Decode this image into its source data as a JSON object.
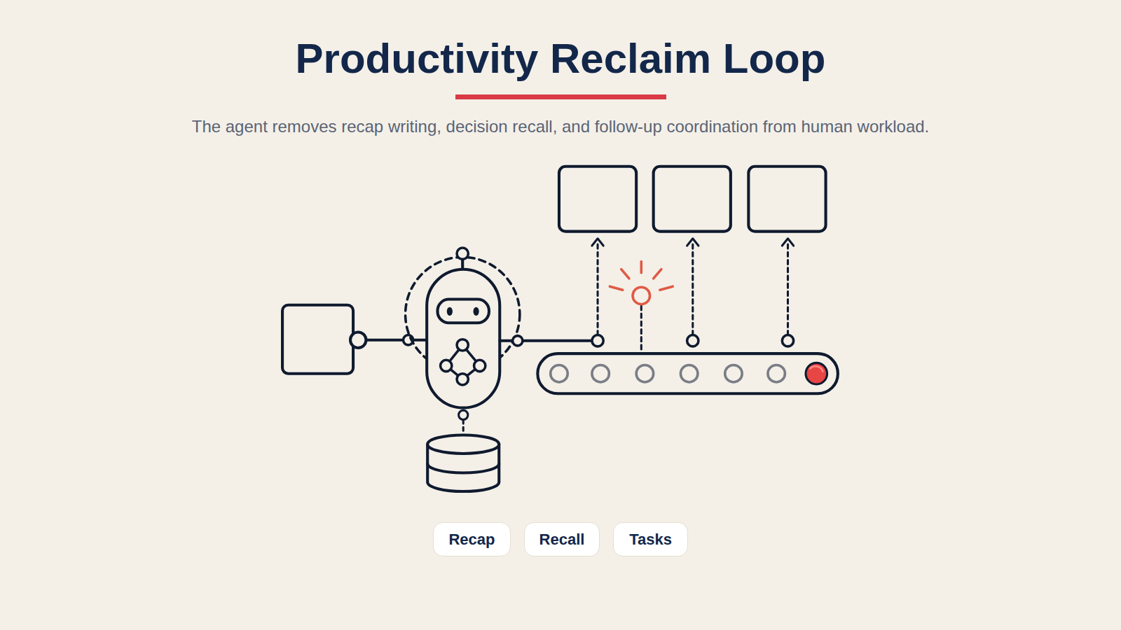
{
  "diagram": {
    "title": "Productivity Reclaim Loop",
    "caption": "The agent removes recap writing, decision recall, and follow-up coordination from human workload.",
    "nodes": [
      {
        "text": [
          "Recap"
        ]
      },
      {
        "text": [
          "Recall"
        ]
      },
      {
        "text": [
          "Tasks"
        ]
      }
    ]
  }
}
